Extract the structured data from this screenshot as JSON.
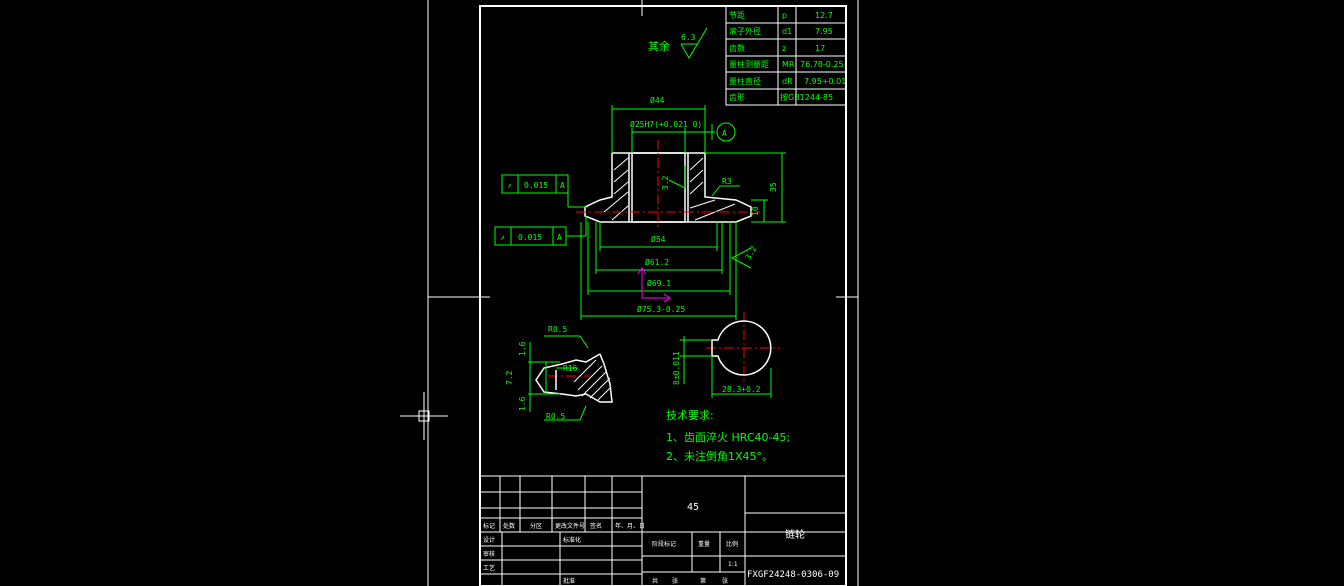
{
  "colors": {
    "background": "#000000",
    "frame": "#ffffff",
    "dimension": "#00ff00",
    "centerline": "#ff0000",
    "ucs": "#ff00ff"
  },
  "param_table": [
    {
      "name": "节距",
      "sym": "p",
      "value": "12.7"
    },
    {
      "name": "滚子外径",
      "sym": "d1",
      "value": "7.95"
    },
    {
      "name": "齿数",
      "sym": "z",
      "value": "17"
    },
    {
      "name": "量柱测量距",
      "sym": "MR",
      "value": "76.78-0.25"
    },
    {
      "name": "量柱直径",
      "sym": "dR",
      "value": "7.95+0.01"
    },
    {
      "name": "齿形",
      "sym": "",
      "value": "按GB1244-85"
    }
  ],
  "roughness_note": {
    "label": "其余",
    "value": "6.3"
  },
  "dims": {
    "d44": "Ø44",
    "bore": "Ø25H7(+0.021 0)",
    "datum": "A",
    "d54": "Ø54",
    "d61": "Ø61.2",
    "d69": "Ø69.1",
    "d75": "Ø75.3-0.25",
    "r3": "R3",
    "h35": "35",
    "h10": "10",
    "rough1": "3.2",
    "rough2": "3.2"
  },
  "tolerances": [
    {
      "sym": "↗",
      "value": "0.015",
      "datum": "A"
    },
    {
      "sym": "↗",
      "value": "0.015",
      "datum": "A"
    }
  ],
  "tooth_detail": {
    "r_top": "R0.5",
    "r_mid": "R16",
    "r_bot": "R0.5",
    "d1": "1.6",
    "d2": "7.2",
    "d3": "1.6"
  },
  "keyway": {
    "w": "8±0.011",
    "h": "28.3+0.2"
  },
  "requirements": {
    "title": "技术要求:",
    "items": [
      "1、齿面淬火 HRC40-45;",
      "2、未注倒角1X45°。"
    ]
  },
  "title_block": {
    "material": "45",
    "part_name": "链轮",
    "drawing_no": "FXGF24248-0306-09",
    "rev_headers": [
      "标记",
      "处数",
      "分区",
      "更改文件号",
      "签名",
      "年、月、日"
    ],
    "roles": [
      "设计",
      "标准化",
      "审核",
      "工艺"
    ],
    "approve": "批准",
    "stage_headers": [
      "阶段标记",
      "重量",
      "比例"
    ],
    "scale": "1:1",
    "sheet": [
      "共",
      "张",
      "第",
      "张"
    ]
  }
}
